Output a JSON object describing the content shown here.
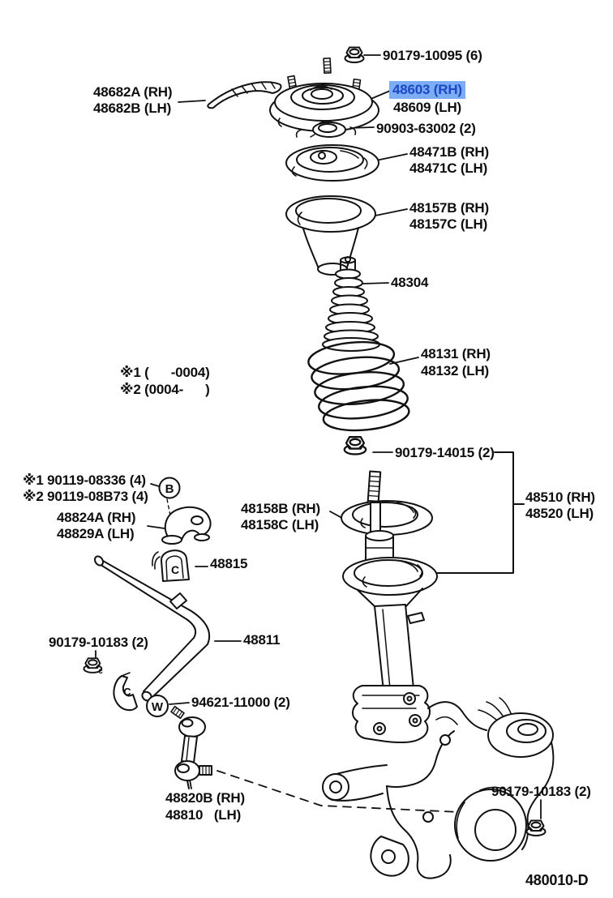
{
  "diagram": {
    "code": "480010-D",
    "colors": {
      "line": "#111111",
      "highlight_bg": "#7cacf4",
      "highlight_text": "#1c48c8"
    },
    "markers": {
      "b": "B",
      "w": "W",
      "c_bushing": "C",
      "c_bracket": "C",
      "c_nut": "c"
    },
    "notes": {
      "spring_note1": "※1 (      -0004)",
      "spring_note2": "※2 (0004-      )",
      "bolt_note1": "※1 90119-08336 (4)",
      "bolt_note2": "※2 90119-08B73 (4)"
    },
    "parts": {
      "nut_support": "90179-10095 (6)",
      "seal_rh": "48682A (RH)",
      "seal_lh": "48682B (LH)",
      "support_rh": "48603 (RH)",
      "support_lh": "48609 (LH)",
      "washer_support": "90903-63002 (2)",
      "seat_upper_rh": "48471B (RH)",
      "seat_upper_lh": "48471C (LH)",
      "insulator_rh": "48157B (RH)",
      "insulator_lh": "48157C (LH)",
      "boot": "48304",
      "spring_rh": "48131 (RH)",
      "spring_lh": "48132 (LH)",
      "nut_rod": "90179-14015 (2)",
      "absorber_rh": "48510 (RH)",
      "absorber_lh": "48520 (LH)",
      "bumper_rh": "48158B (RH)",
      "bumper_lh": "48158C (LH)",
      "bracket_bar_rh": "48824A (RH)",
      "bracket_bar_lh": "48829A (LH)",
      "bush_bar": "48815",
      "nut_bracket": "90179-10183 (2)",
      "bar_stabilizer": "48811",
      "washer_link": "94621-11000 (2)",
      "link_rh": "48820B (RH)",
      "link_lh": "48810   (LH)",
      "nut_link": "90179-10183 (2)"
    }
  }
}
